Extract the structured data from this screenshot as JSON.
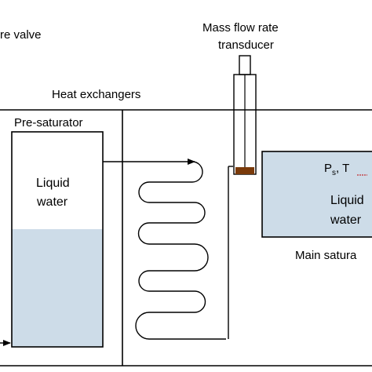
{
  "labels": {
    "valve": "re valve",
    "transducer_line1": "Mass flow rate",
    "transducer_line2": "transducer",
    "heat_exchangers": "Heat exchangers",
    "pre_saturator": "Pre-saturator",
    "liquid_water_1": "Liquid",
    "liquid_water_2": "water",
    "ps": "P",
    "ps_sub": "s",
    "ts_prefix": ", T",
    "main_liquid_1": "Liquid",
    "main_liquid_2": "water",
    "main_saturator": "Main satura"
  },
  "colors": {
    "water": "#cddce8",
    "line": "#000000",
    "sensor_tip": "#7a3a0a",
    "underline_red": "#c00000"
  }
}
